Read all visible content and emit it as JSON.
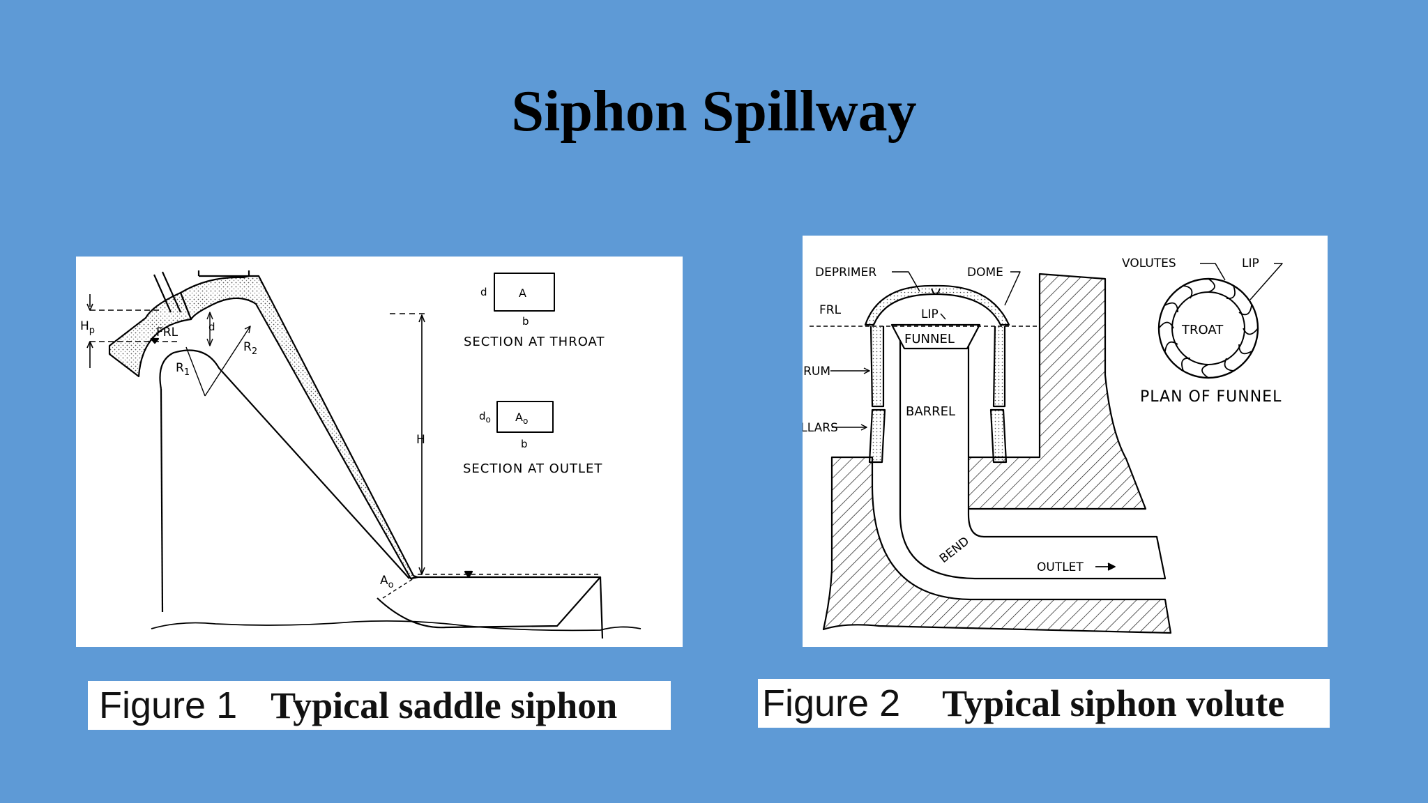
{
  "slide": {
    "title": "Siphon Spillway"
  },
  "figure1": {
    "caption_number": "Figure 1",
    "caption_text": "Typical saddle siphon",
    "labels": {
      "hp": "H",
      "hp_sub": "p",
      "frl": "FRL",
      "d": "d",
      "r1": "R",
      "r1_sub": "1",
      "r2": "R",
      "r2_sub": "2",
      "h": "H",
      "a0": "A",
      "a0_sub": "o",
      "throat_d": "d",
      "throat_a": "A",
      "throat_b": "b",
      "throat_caption": "SECTION  AT  THROAT",
      "outlet_d": "d",
      "outlet_d_sub": "o",
      "outlet_a": "A",
      "outlet_a_sub": "o",
      "outlet_b": "b",
      "outlet_caption": "SECTION  AT  OUTLET"
    }
  },
  "figure2": {
    "caption_number": "Figure 2",
    "caption_text": "Typical siphon volute",
    "labels": {
      "deprimer": "DEPRIMER",
      "dome": "DOME",
      "frl": "FRL",
      "lip": "LIP",
      "funnel": "FUNNEL",
      "drum": "DRUM",
      "barrel": "BARREL",
      "pillars": "PILLARS",
      "bend": "BEND",
      "outlet": "OUTLET",
      "volutes": "VOLUTES",
      "lip_plan": "LIP",
      "troat": "TROAT",
      "plan_caption": "PLAN  OF  FUNNEL"
    }
  }
}
